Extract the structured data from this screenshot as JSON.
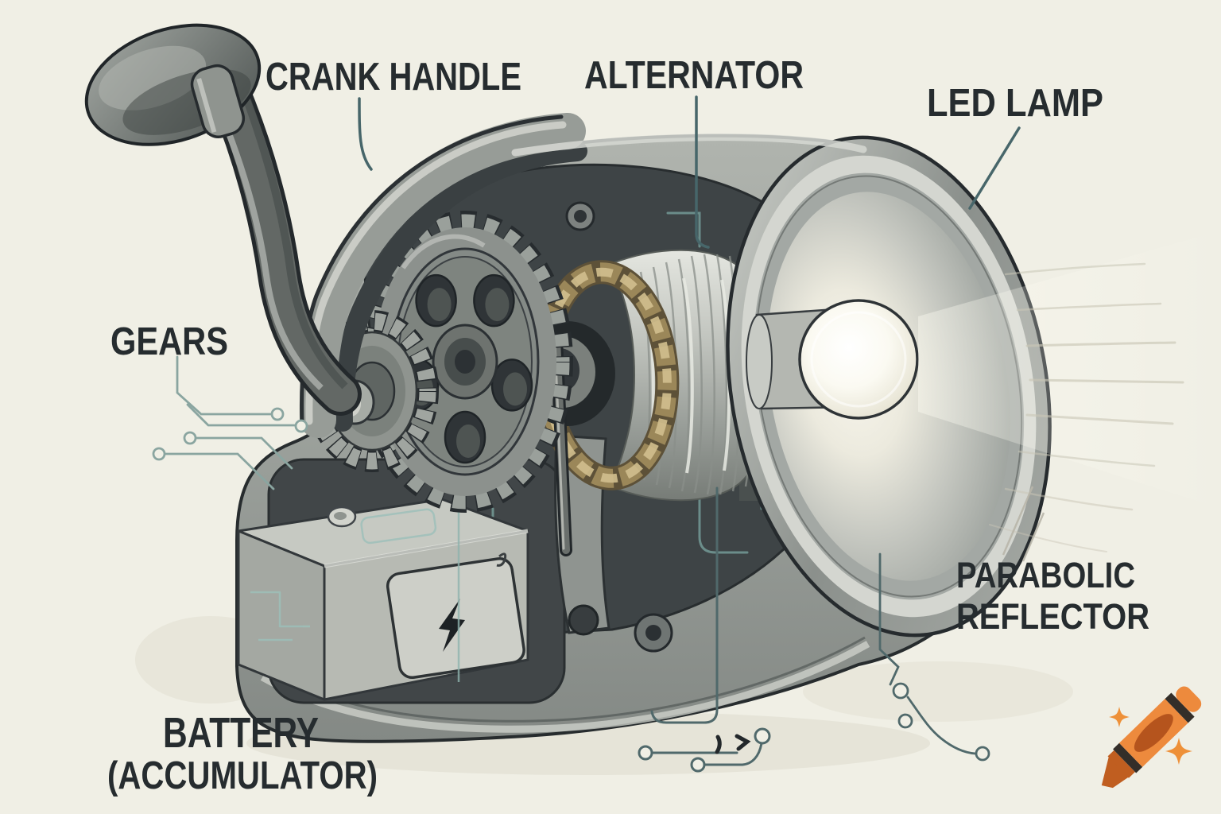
{
  "labels": {
    "crank_handle": "CRANK HANDLE",
    "alternator": "ALTERNATOR",
    "led_lamp": "LED LAMP",
    "gears": "GEARS",
    "parabolic_line1": "PARABOLIC",
    "parabolic_line2": "REFLECTOR",
    "battery_line1": "BATTERY",
    "battery_line2": "(ACCUMULATOR)"
  },
  "icons": {
    "lightning_bolt": "battery-charge lightning bolt on battery label",
    "crayon_logo": "orange crayon logo with two sparkles (bottom-right watermark)",
    "circuit_traces": "decorative circuit-board traces with open-circle terminals"
  },
  "colors": {
    "background": "#f0efe5",
    "label_text": "#262c2f",
    "leader_line": "#47666a",
    "circuit_trace_light": "#8aa5a0",
    "circuit_trace_dark": "#50696b",
    "metal_light": "#d4d6d0",
    "metal_mid": "#979c97",
    "interior_dark": "#3e4446",
    "outline": "#272c2e",
    "brass": "#9b8759",
    "crayon_orange": "#ed8a3d",
    "crayon_label": "#b5541d",
    "crayon_tip": "#c05e20",
    "crayon_stripe": "#332e29",
    "sparkle": "#ee9038"
  }
}
